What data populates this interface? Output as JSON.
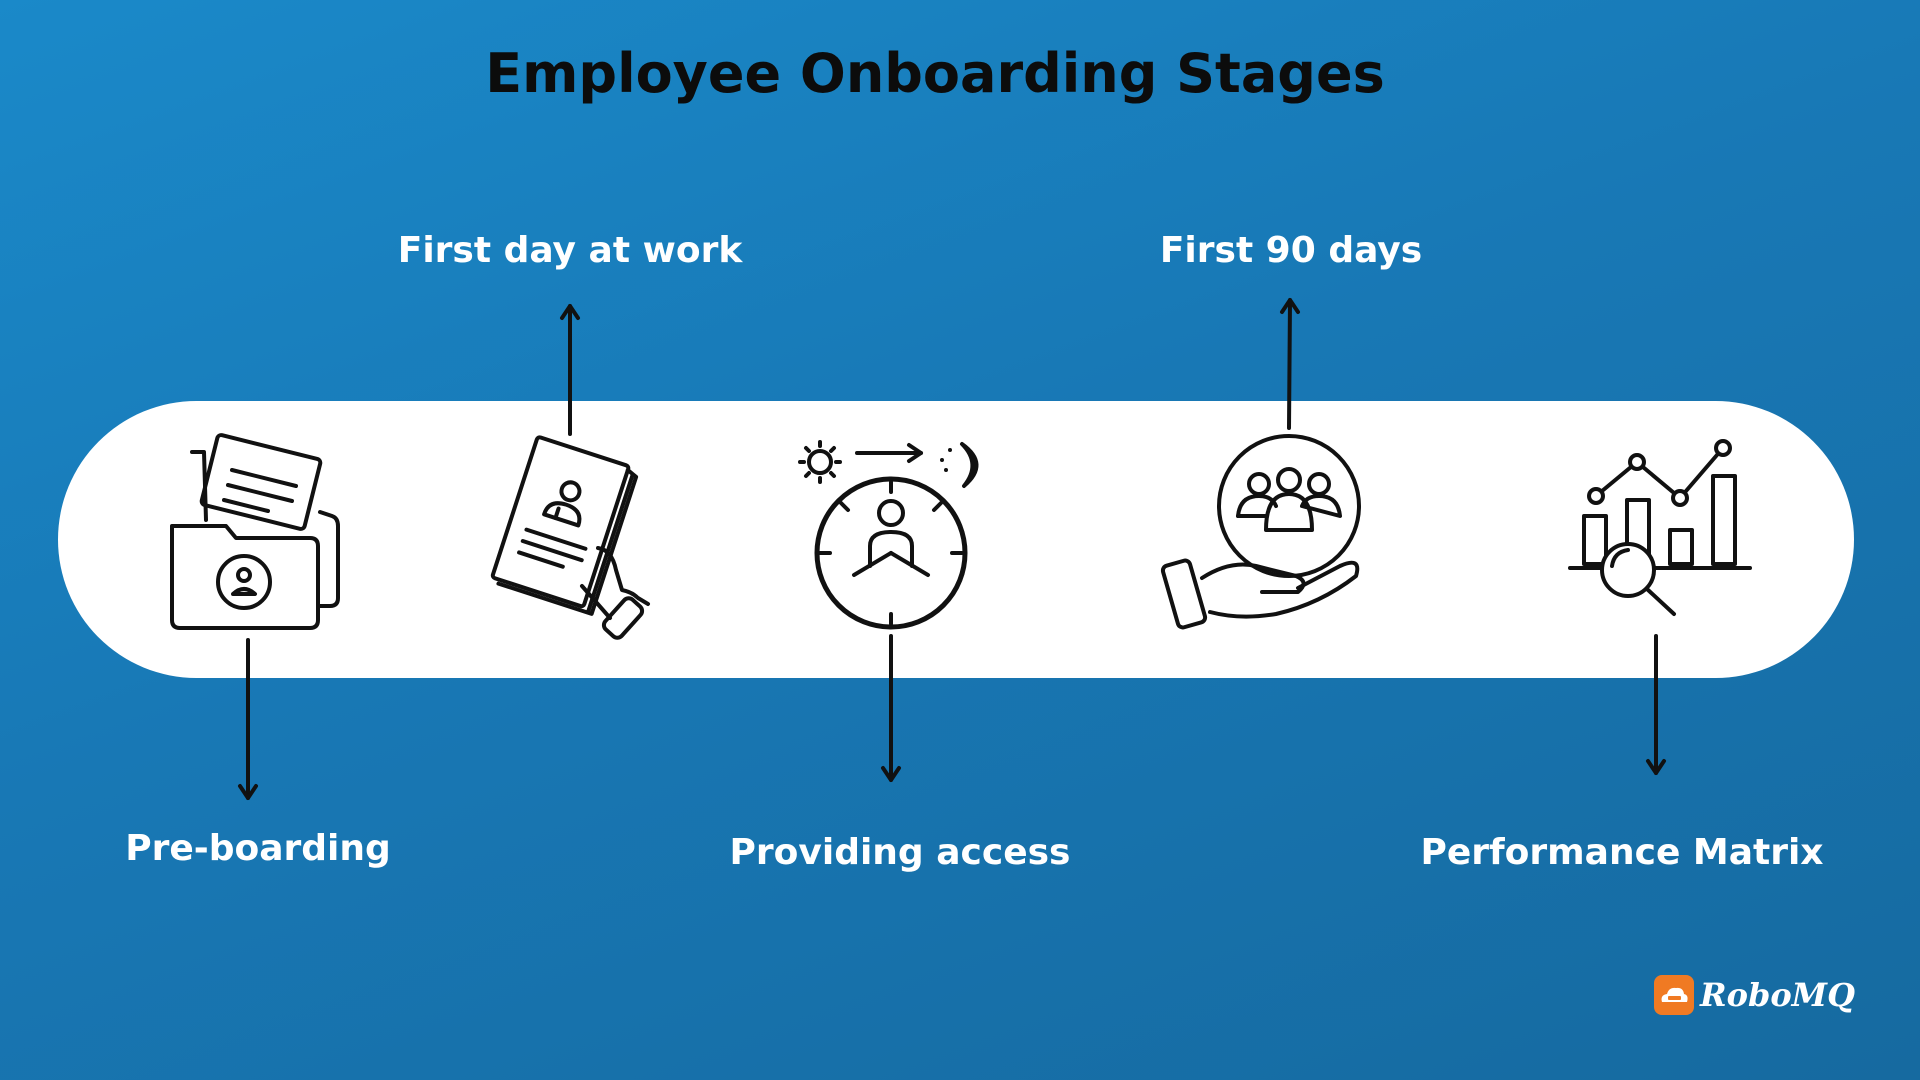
{
  "title": "Employee Onboarding Stages",
  "stages": [
    {
      "label": "Pre-boarding",
      "icon": "folder-user-icon",
      "direction": "down"
    },
    {
      "label": "First day at work",
      "icon": "handbook-icon",
      "direction": "up"
    },
    {
      "label": "Providing access",
      "icon": "day-night-clock-icon",
      "direction": "down"
    },
    {
      "label": "First 90 days",
      "icon": "team-in-hand-icon",
      "direction": "up"
    },
    {
      "label": "Performance Matrix",
      "icon": "analytics-magnifier-icon",
      "direction": "down"
    }
  ],
  "logo": {
    "text": "RoboMQ",
    "color": "#f07a23"
  },
  "colors": {
    "background": "#1878b5",
    "band": "#ffffff",
    "labels": "#ffffff",
    "title": "#0c0c0c",
    "lines": "#111111"
  }
}
